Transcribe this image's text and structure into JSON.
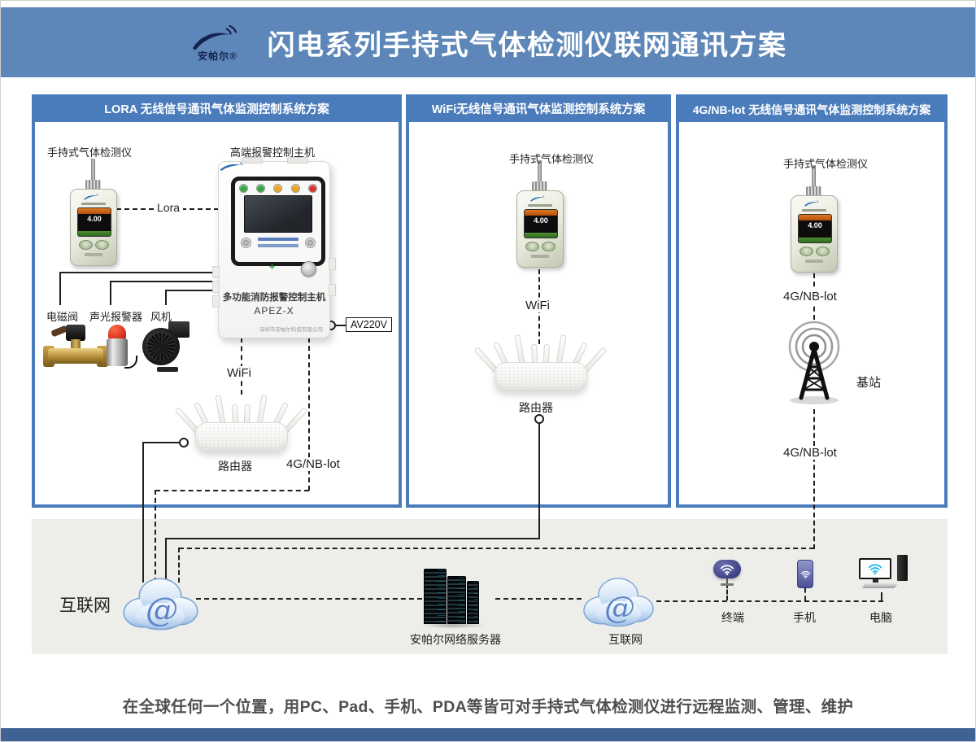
{
  "header": {
    "brand": "安帕尔®",
    "title": "闪电系列手持式气体检测仪联网通讯方案"
  },
  "panels": {
    "lora": {
      "title": "LORA 无线信号通讯气体监测控制系统方案",
      "detector_label": "手持式气体检测仪",
      "host_label": "高端报警控制主机",
      "link_label": "Lora",
      "valve_label": "电磁阀",
      "alarm_label": "声光报警器",
      "fan_label": "风机",
      "wifi_label": "WiFi",
      "router_label": "路由器",
      "cellular_label": "4G/NB-lot",
      "power_label": "AV220V"
    },
    "wifi": {
      "title": "WiFi无线信号通讯气体监测控制系统方案",
      "detector_label": "手持式气体检测仪",
      "wifi_label": "WiFi",
      "router_label": "路由器"
    },
    "cellular": {
      "title": "4G/NB-lot 无线信号通讯气体监测控制系统方案",
      "detector_label": "手持式气体检测仪",
      "cellular_up_label": "4G/NB-lot",
      "station_label": "基站",
      "cellular_down_label": "4G/NB-lot"
    }
  },
  "devices": {
    "detector_reading": "4.00",
    "host_name": "多功能消防报警控制主机",
    "host_model": "APEZ-X",
    "host_company": "深圳市安帕尔科技有限公司"
  },
  "network": {
    "internet_left": "互联网",
    "server_label": "安帕尔网络服务器",
    "internet_mid": "互联网",
    "terminal_label": "终端",
    "phone_label": "手机",
    "pc_label": "电脑",
    "at_symbol": "@"
  },
  "footer": {
    "caption": "在全球任何一个位置，用PC、Pad、手机、PDA等皆可对手持式气体检测仪进行远程监测、管理、维护"
  },
  "colors": {
    "header_bg": "#5d87b8",
    "panel_accent": "#4a7cbc",
    "footer_bar": "#3f6295",
    "band_bg": "#ededea"
  }
}
